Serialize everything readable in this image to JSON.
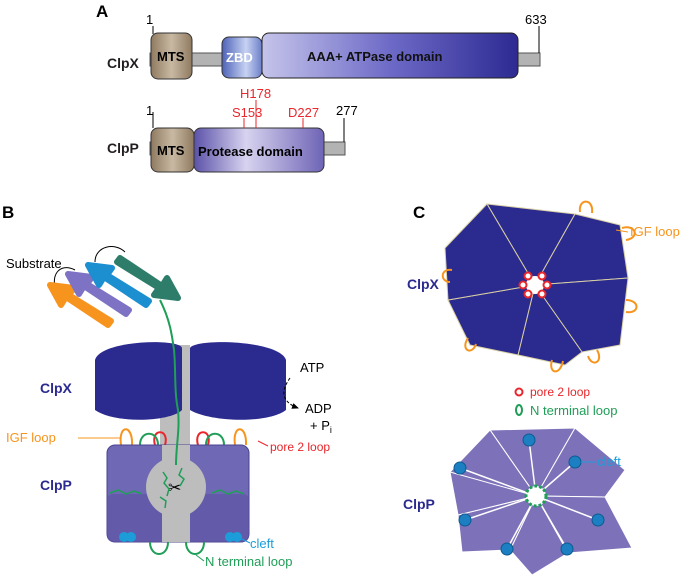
{
  "panels": {
    "a": "A",
    "b": "B",
    "c": "C"
  },
  "panel_a": {
    "clpx": {
      "name": "ClpX",
      "start": "1",
      "end": "633",
      "mts": "MTS",
      "zbd": "ZBD",
      "atpase": "AAA+ ATPase domain"
    },
    "clpp": {
      "name": "ClpP",
      "start": "1",
      "end": "277",
      "mts": "MTS",
      "protease": "Protease domain",
      "residues": [
        "H178",
        "S153",
        "D227"
      ]
    }
  },
  "panel_b": {
    "substrate": "Substrate",
    "clpx": "ClpX",
    "clpp": "ClpP",
    "atp": "ATP",
    "adp": "ADP",
    "pi": "+ P",
    "pi_sub": "i",
    "igf_loop": "IGF loop",
    "pore2_loop": "pore 2 loop",
    "cleft": "cleft",
    "nterm_loop": "N terminal loop"
  },
  "panel_c": {
    "igf_loop": "IGF loop",
    "clpx": "ClpX",
    "pore2_legend": "pore 2 loop",
    "nterm_legend": "N terminal loop",
    "cleft": "cleft",
    "clpp": "ClpP"
  },
  "colors": {
    "clpx_blue": "#2b2a8e",
    "clpp_purple": "#7d72b9",
    "mts_tan": "#a38d73",
    "red": "#e8262b",
    "orange": "#f7941d",
    "green": "#1f9e57",
    "cyan": "#1c9dd9"
  }
}
